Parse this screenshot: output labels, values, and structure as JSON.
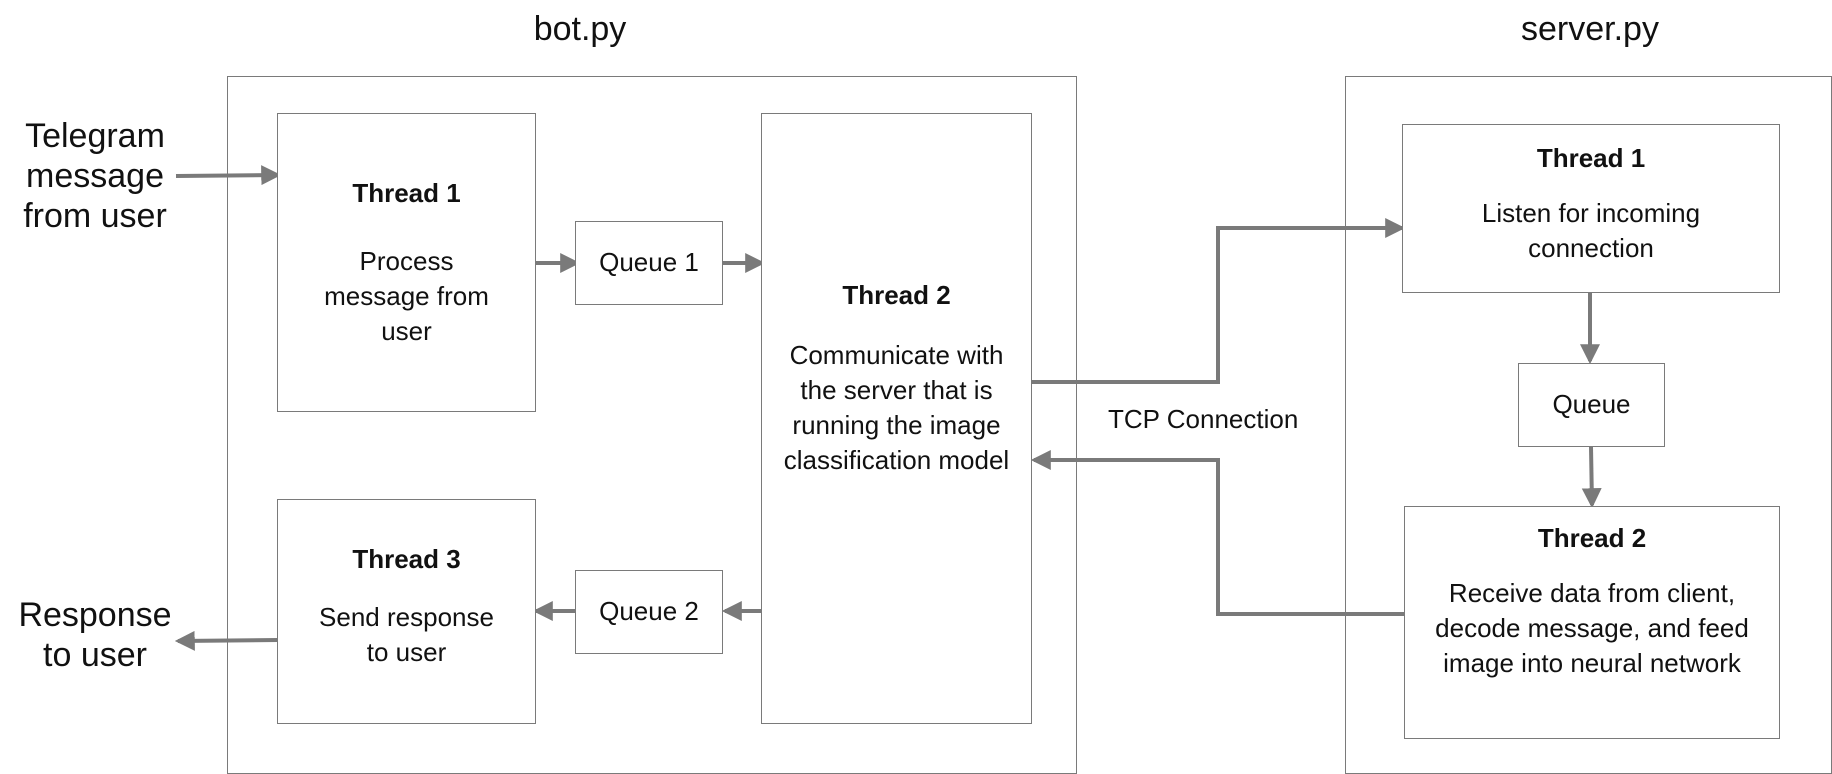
{
  "bot": {
    "title": "bot.py",
    "thread1": {
      "heading": "Thread 1",
      "body": "Process message from user"
    },
    "queue1": "Queue 1",
    "thread2": {
      "heading": "Thread 2",
      "body": "Communicate with the server that is running the image classification model"
    },
    "queue2": "Queue 2",
    "thread3": {
      "heading": "Thread 3",
      "body": "Send response to user"
    }
  },
  "server": {
    "title": "server.py",
    "thread1": {
      "heading": "Thread 1",
      "body": "Listen for incoming connection"
    },
    "queue": "Queue",
    "thread2": {
      "heading": "Thread 2",
      "body": "Receive data from client, decode message, and feed image into neural network"
    }
  },
  "external": {
    "input_line1": "Telegram",
    "input_line2": "message",
    "input_line3": "from user",
    "output_line1": "Response",
    "output_line2": "to user"
  },
  "connection_label": "TCP Connection",
  "colors": {
    "line": "#7a7a7a",
    "border": "#7a7a7a",
    "text": "#111111"
  }
}
